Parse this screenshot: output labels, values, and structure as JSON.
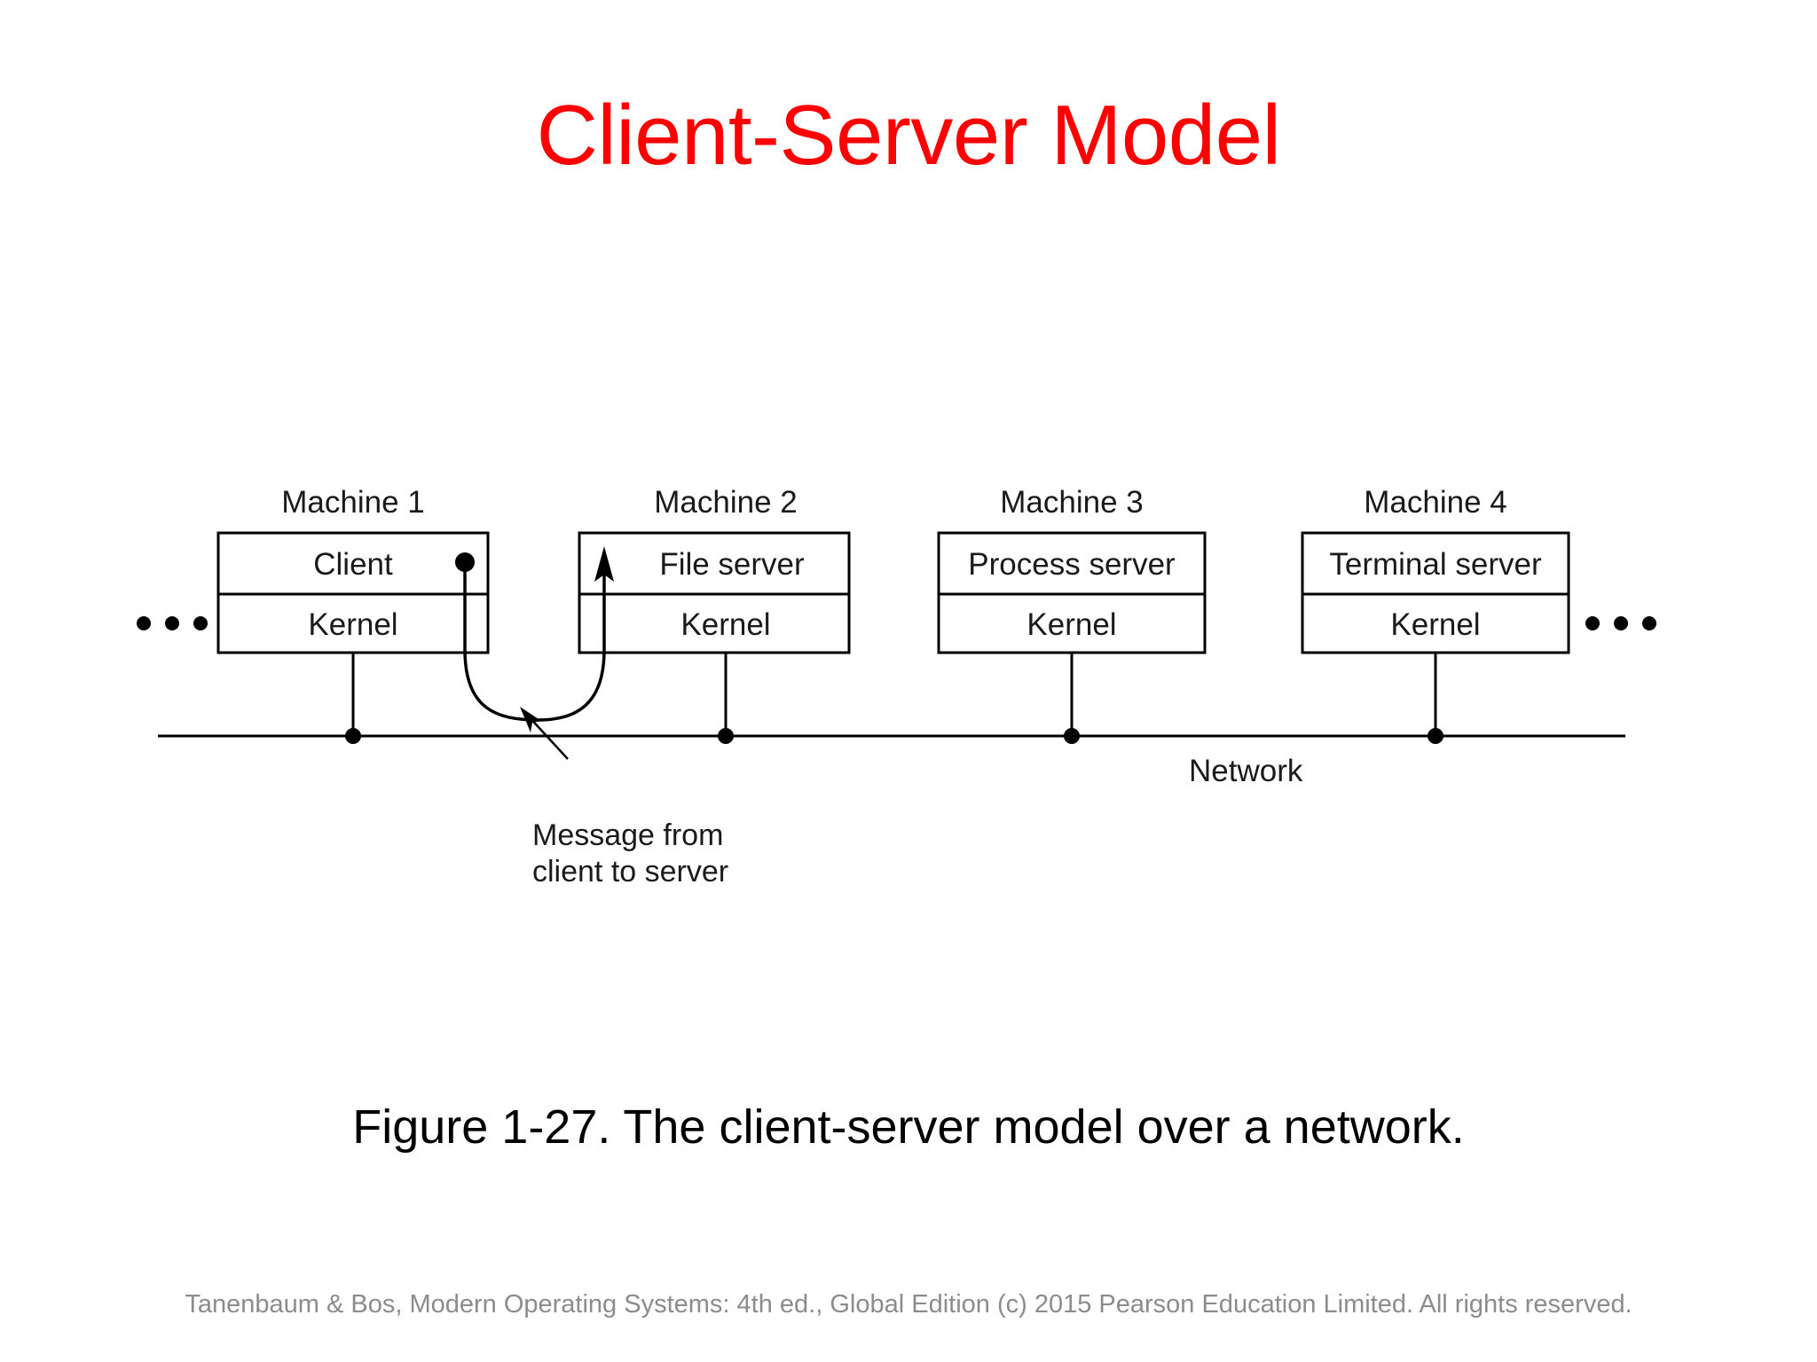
{
  "slide": {
    "title": "Client-Server Model",
    "title_color": "#FF0000",
    "background_color": "#FFFFFF",
    "caption": "Figure 1-27. The client-server model over a network.",
    "footer": "Tanenbaum & Bos, Modern  Operating Systems: 4th ed., Global Edition (c) 2015 Pearson Education Limited. All rights reserved."
  },
  "figure": {
    "machines": [
      {
        "title": "Machine 1",
        "top_layer": "Client",
        "bottom_layer": "Kernel"
      },
      {
        "title": "Machine 2",
        "top_layer": "File server",
        "bottom_layer": "Kernel"
      },
      {
        "title": "Machine 3",
        "top_layer": "Process server",
        "bottom_layer": "Kernel"
      },
      {
        "title": "Machine 4",
        "top_layer": "Terminal server",
        "bottom_layer": "Kernel"
      }
    ],
    "network_label": "Network",
    "message_label_line1": "Message from",
    "message_label_line2": "client to server",
    "ellipsis_left": "•  •  •",
    "ellipsis_right": "•  •  •",
    "line_color": "#000000",
    "text_color": "#1A1A1A"
  }
}
